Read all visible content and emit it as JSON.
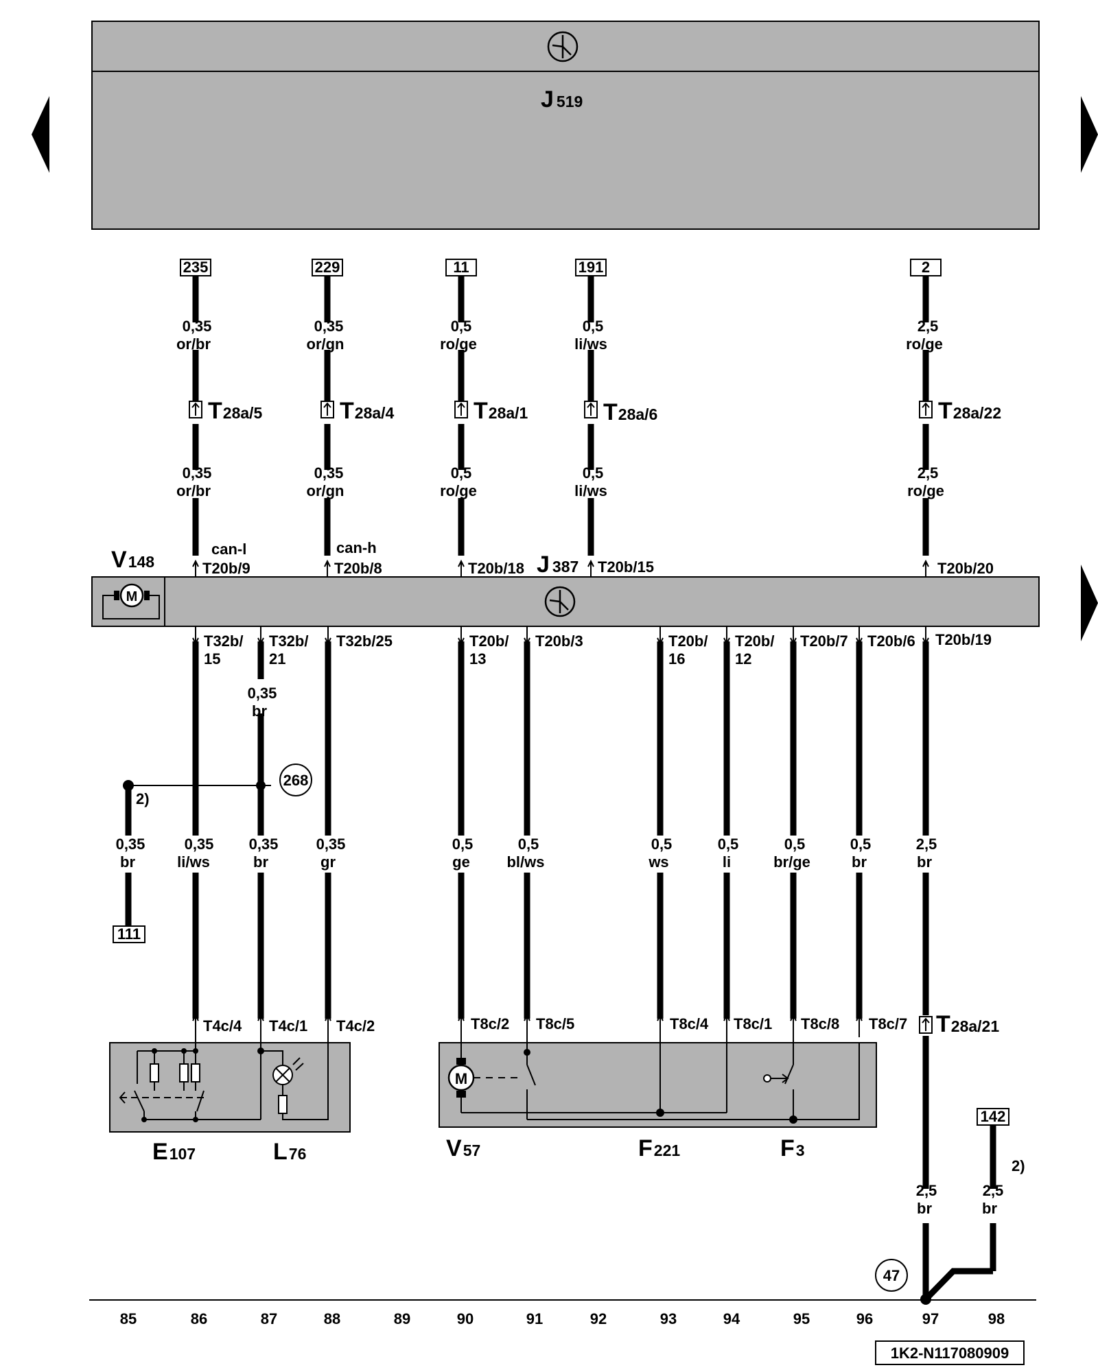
{
  "modules": {
    "j519": {
      "letter": "J",
      "sub": "519"
    },
    "j387": {
      "letter": "J",
      "sub": "387"
    },
    "v148": {
      "letter": "V",
      "sub": "148"
    }
  },
  "components": {
    "e107": {
      "letter": "E",
      "sub": "107"
    },
    "l76": {
      "letter": "L",
      "sub": "76"
    },
    "v57": {
      "letter": "V",
      "sub": "57"
    },
    "f221": {
      "letter": "F",
      "sub": "221"
    },
    "f3": {
      "letter": "F",
      "sub": "3"
    }
  },
  "refs": {
    "r235": "235",
    "r229": "229",
    "r11": "11",
    "r191": "191",
    "r2": "2",
    "r111": "111",
    "r142": "142",
    "c268": "268",
    "c47": "47",
    "note1": "2)",
    "note2": "2)"
  },
  "connectors_top": {
    "c1": {
      "letter": "T",
      "sub": "28a/5"
    },
    "c2": {
      "letter": "T",
      "sub": "28a/4"
    },
    "c3": {
      "letter": "T",
      "sub": "28a/1"
    },
    "c4": {
      "letter": "T",
      "sub": "28a/6"
    },
    "c5": {
      "letter": "T",
      "sub": "28a/22"
    },
    "c6": {
      "letter": "T",
      "sub": "28a/21"
    }
  },
  "wires": {
    "w235a_size": "0,35",
    "w235a_color": "or/br",
    "w235b_size": "0,35",
    "w235b_color": "or/br",
    "w229a_size": "0,35",
    "w229a_color": "or/gn",
    "w229b_size": "0,35",
    "w229b_color": "or/gn",
    "w11a_size": "0,5",
    "w11a_color": "ro/ge",
    "w11b_size": "0,5",
    "w11b_color": "ro/ge",
    "w191a_size": "0,5",
    "w191a_color": "li/ws",
    "w191b_size": "0,5",
    "w191b_color": "li/ws",
    "w2a_size": "2,5",
    "w2a_color": "ro/ge",
    "w2b_size": "2,5",
    "w2b_color": "ro/ge",
    "w87a_size": "0,35",
    "w87a_color": "br",
    "w85_size": "0,35",
    "w85_color": "br",
    "w86_size": "0,35",
    "w86_color": "li/ws",
    "w87b_size": "0,35",
    "w87b_color": "br",
    "w88_size": "0,35",
    "w88_color": "gr",
    "w90_size": "0,5",
    "w90_color": "ge",
    "w91_size": "0,5",
    "w91_color": "bl/ws",
    "w93_size": "0,5",
    "w93_color": "ws",
    "w94_size": "0,5",
    "w94_color": "li",
    "w95_size": "0,5",
    "w95_color": "br/ge",
    "w96_size": "0,5",
    "w96_color": "br",
    "w97a_size": "2,5",
    "w97a_color": "br",
    "w97b_size": "2,5",
    "w97b_color": "br",
    "w98_size": "2,5",
    "w98_color": "br"
  },
  "signals": {
    "can_l": "can-l",
    "can_h": "can-h"
  },
  "pins_j387_top": {
    "p1": "T20b/9",
    "p2": "T20b/8",
    "p3": "T20b/18",
    "p4": "T20b/15",
    "p5": "T20b/20"
  },
  "pins_j387_bottom": {
    "p1a": "T32b/",
    "p1b": "15",
    "p2a": "T32b/",
    "p2b": "21",
    "p3": "T32b/25",
    "p4a": "T20b/",
    "p4b": "13",
    "p5": "T20b/3",
    "p6a": "T20b/",
    "p6b": "16",
    "p7a": "T20b/",
    "p7b": "12",
    "p8": "T20b/7",
    "p9": "T20b/6",
    "p10": "T20b/19"
  },
  "pins_components": {
    "t4c4": "T4c/4",
    "t4c1": "T4c/1",
    "t4c2": "T4c/2",
    "t8c2": "T8c/2",
    "t8c5": "T8c/5",
    "t8c4": "T8c/4",
    "t8c1": "T8c/1",
    "t8c8": "T8c/8",
    "t8c7": "T8c/7"
  },
  "motor_label": "M",
  "grid_numbers": [
    "85",
    "86",
    "87",
    "88",
    "89",
    "90",
    "91",
    "92",
    "93",
    "94",
    "95",
    "96",
    "97",
    "98"
  ],
  "doc_id": "1K2-N117080909",
  "colors": {
    "module_gray": "#b3b3b3",
    "line": "#000000",
    "background": "#ffffff"
  }
}
